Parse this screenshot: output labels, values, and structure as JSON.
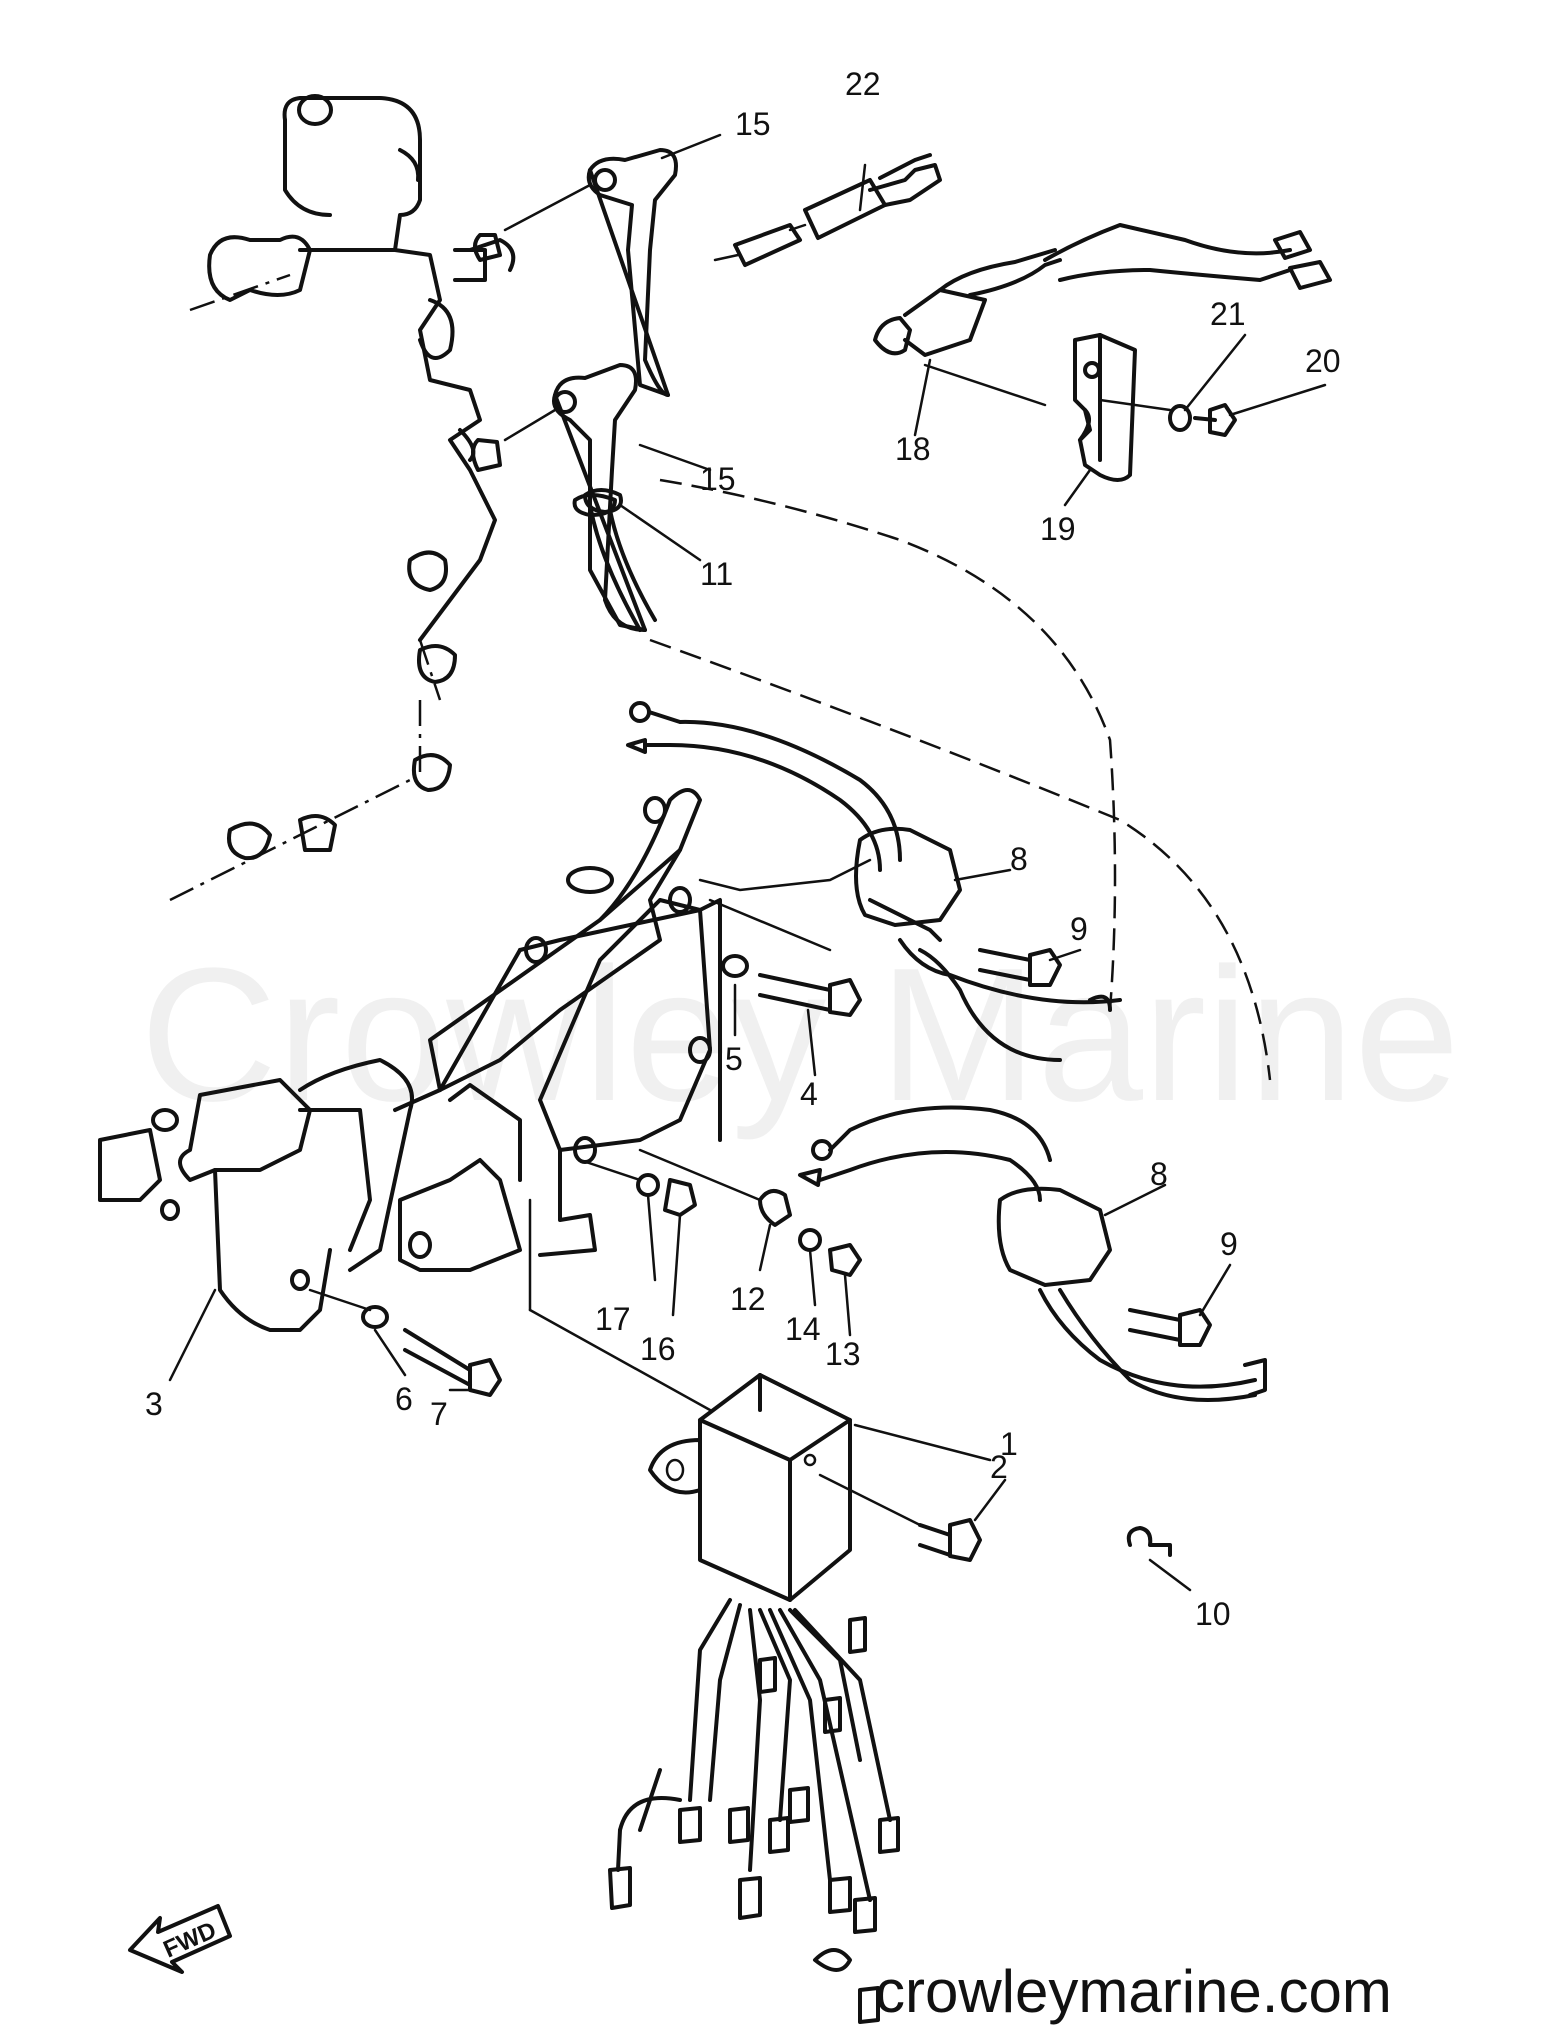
{
  "watermark": "Crowley Marine",
  "website": "crowleymarine.com",
  "direction_label": "FWD",
  "part_callouts": [
    "1",
    "2",
    "3",
    "4",
    "5",
    "6",
    "7",
    "8",
    "8",
    "9",
    "9",
    "10",
    "11",
    "12",
    "13",
    "14",
    "15",
    "15",
    "16",
    "17",
    "18",
    "19",
    "20",
    "21",
    "22"
  ]
}
